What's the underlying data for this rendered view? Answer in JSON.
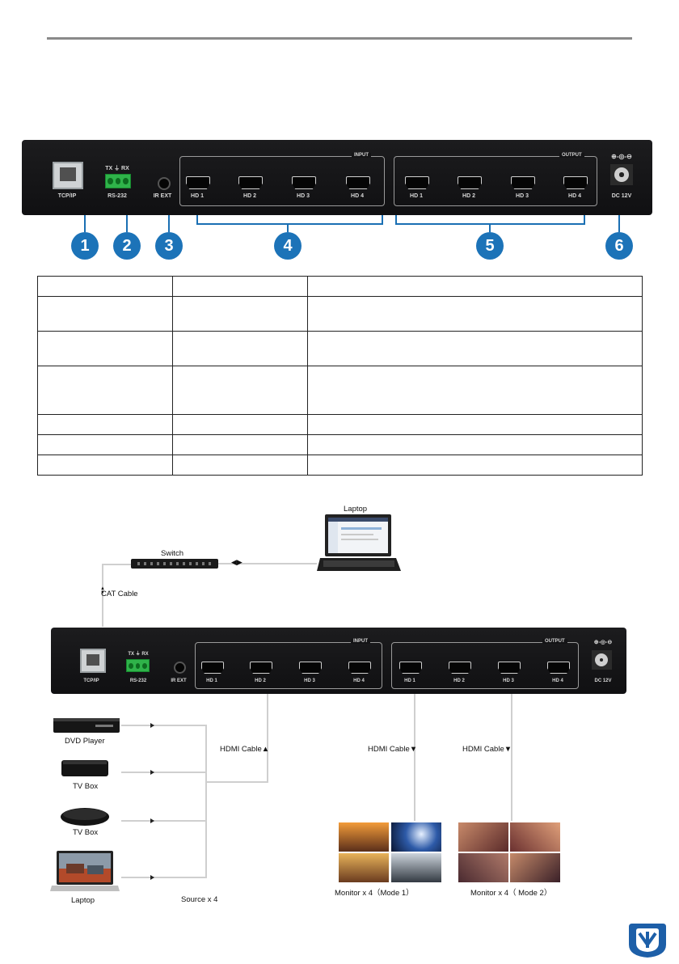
{
  "device": {
    "port_tcpip": "TCP/IP",
    "port_rs232": "RS-232",
    "rs232_pins": "TX ⏚ RX",
    "port_irext": "IR EXT",
    "input_group": "INPUT",
    "output_group": "OUTPUT",
    "hd1": "HD 1",
    "hd2": "HD 2",
    "hd3": "HD 3",
    "hd4": "HD 4",
    "dc_label": "DC 12V",
    "dc_symbol": "⊕-◎-⊖"
  },
  "callouts": [
    "1",
    "2",
    "3",
    "4",
    "5",
    "6"
  ],
  "diagram": {
    "laptop_top": "Laptop",
    "switch": "Switch",
    "cat_cable": "CAT Cable",
    "dvd_player": "DVD Player",
    "tv_box_1": "TV Box",
    "tv_box_2": "TV Box",
    "laptop_source": "Laptop",
    "source_count": "Source x 4",
    "hdmi_cable_in": "HDMI Cable▲",
    "hdmi_cable_out_1": "HDMI Cable▼",
    "hdmi_cable_out_2": "HDMI Cable▼",
    "monitor_mode1": "Monitor x 4（Mode 1）",
    "monitor_mode2": "Monitor x 4（ Mode 2）"
  },
  "colors": {
    "accent_blue": "#1c73b8",
    "terminal_green": "#2fb34a",
    "panel_black": "#141416"
  }
}
